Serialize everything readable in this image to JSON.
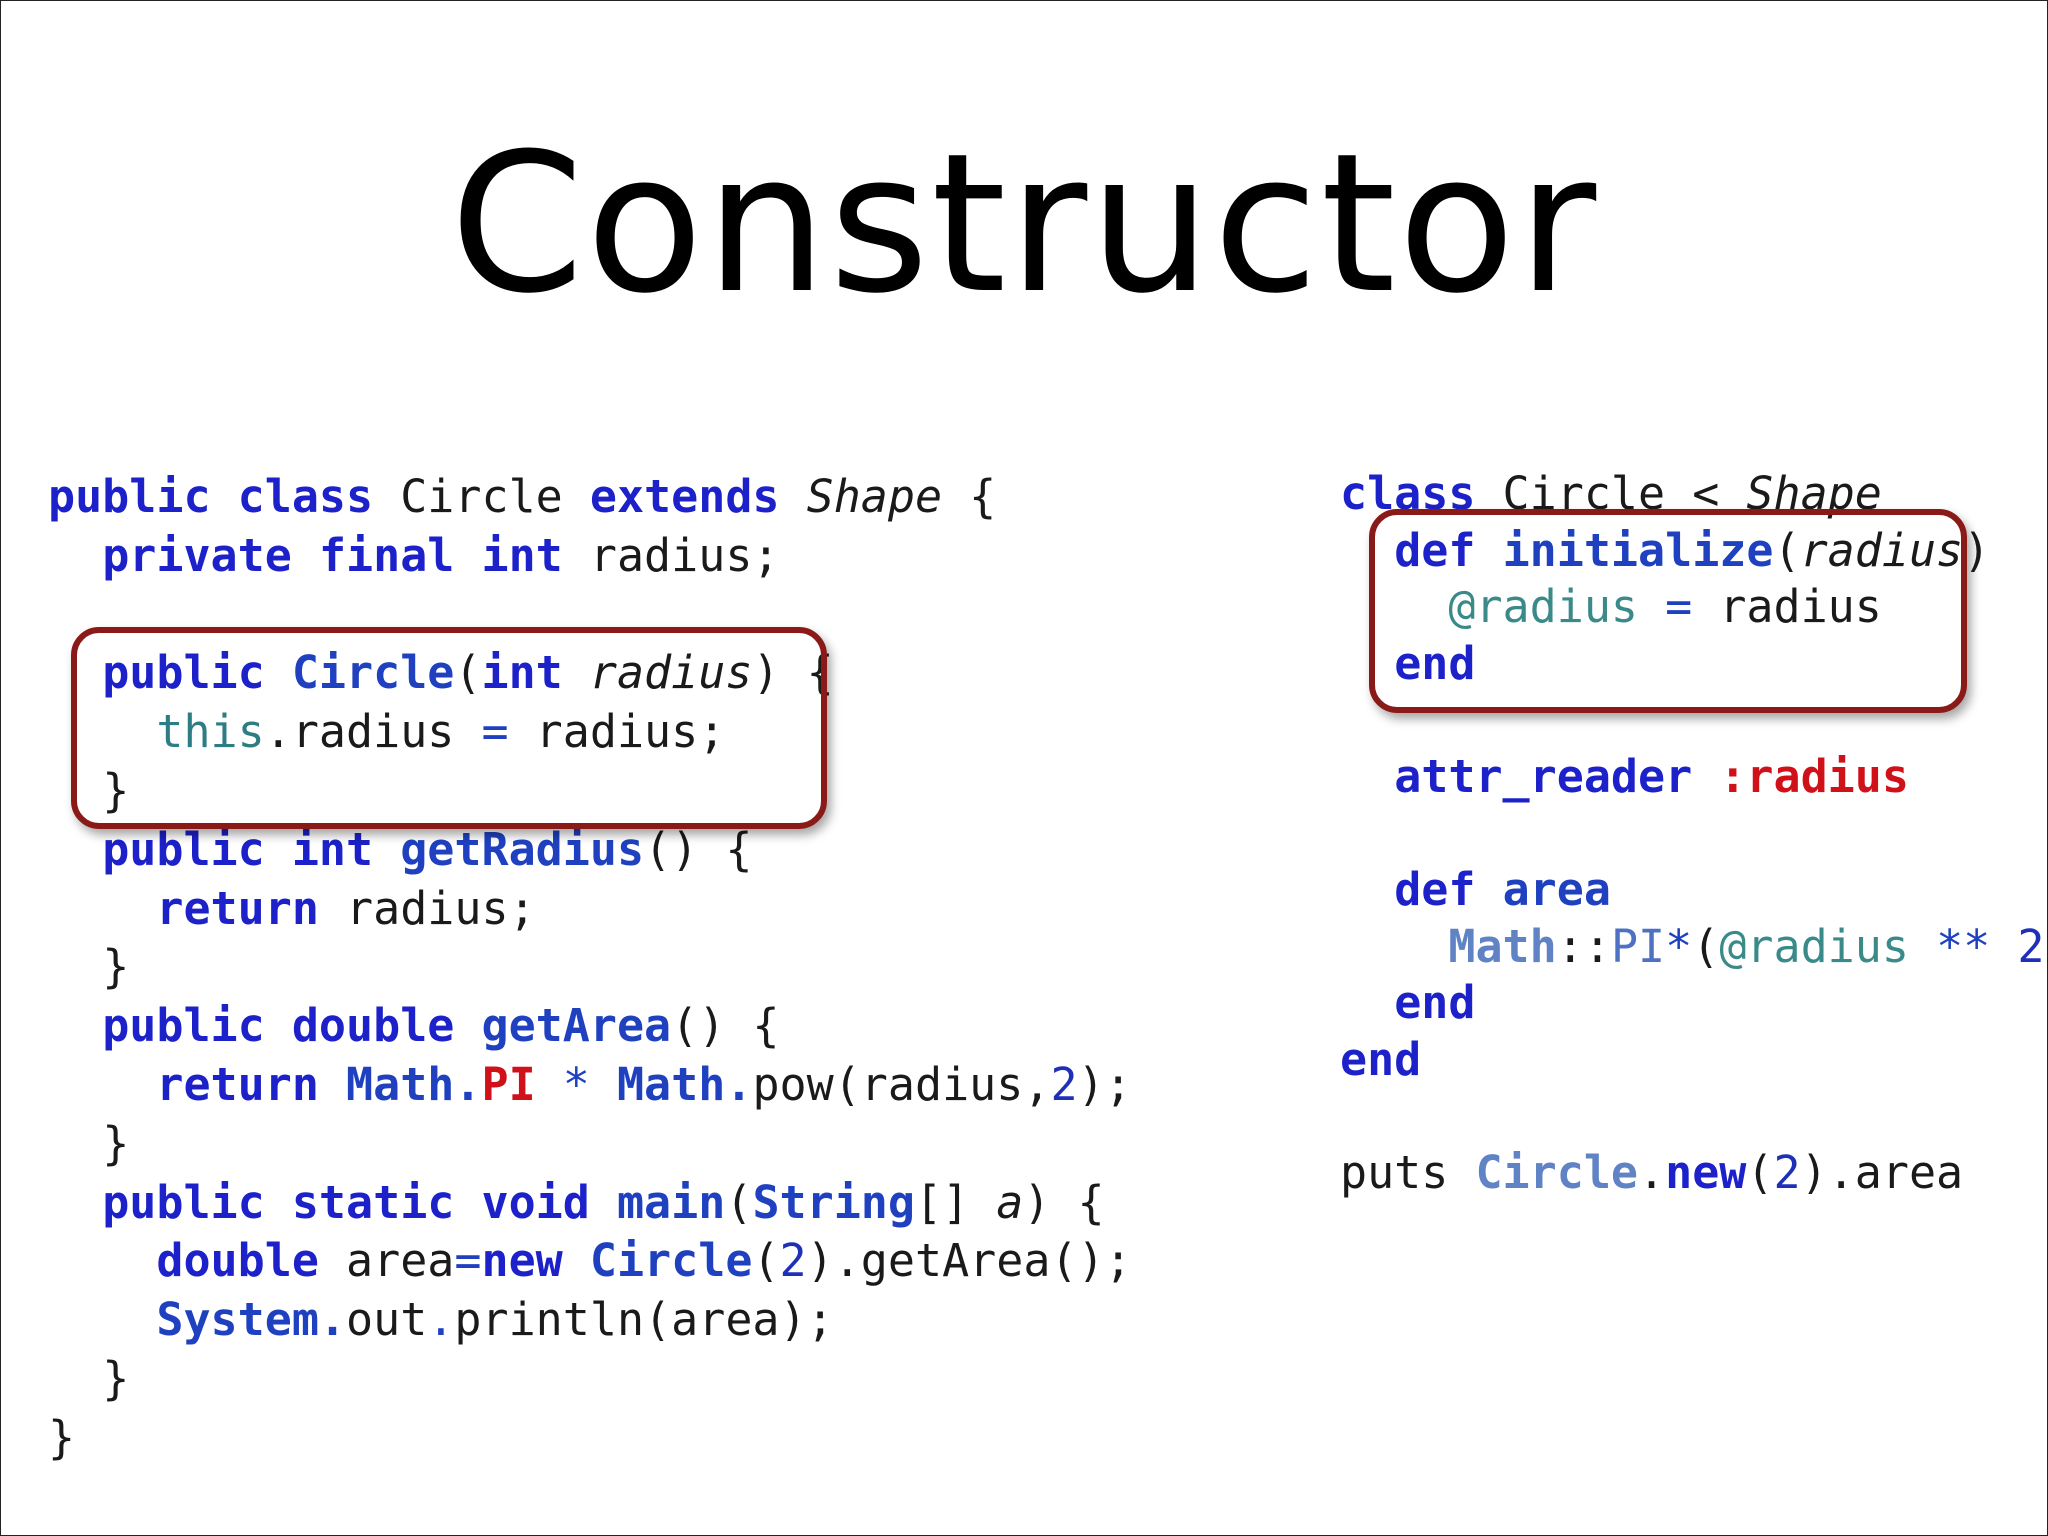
{
  "slide": {
    "title": "Constructor"
  },
  "java": {
    "l1": {
      "a": "public",
      "b": "class",
      "c": " Circle ",
      "d": "extends",
      "e": "Shape",
      "f": " {"
    },
    "l2": {
      "a": "private",
      "b": "final",
      "c": "int",
      "d": " radius;"
    },
    "l4": {
      "a": "public",
      "b": "Circle",
      "c": "(",
      "d": "int",
      "e": "radius",
      "f": ") {"
    },
    "l5": {
      "a": "this",
      "b": ".radius ",
      "c": "=",
      "d": " radius;"
    },
    "l6": {
      "a": "}"
    },
    "l7": {
      "a": "public",
      "b": "int",
      "c": "getRadius",
      "d": "() {"
    },
    "l8": {
      "a": "return",
      "b": " radius;"
    },
    "l9": {
      "a": "}"
    },
    "l10": {
      "a": "public",
      "b": "double",
      "c": "getArea",
      "d": "() {"
    },
    "l11": {
      "a": "return",
      "b": "Math",
      "c": ".",
      "d": "PI",
      "e": "*",
      "f": "Math",
      "g": ".",
      "h": "pow(radius,",
      "i": "2",
      "j": ");"
    },
    "l12": {
      "a": "}"
    },
    "l13": {
      "a": "public",
      "b": "static",
      "c": "void",
      "d": "main",
      "e": "(",
      "f": "String",
      "g": "[] ",
      "h": "a",
      "i": ") {"
    },
    "l14": {
      "a": "double",
      "b": " area",
      "c": "=",
      "d": "new",
      "e": "Circle",
      "f": "(",
      "g": "2",
      "h": ").getArea();"
    },
    "l15": {
      "a": "System",
      "b": ".",
      "c": "out",
      "d": ".",
      "e": "println(area);"
    },
    "l16": {
      "a": "}"
    },
    "l17": {
      "a": "}"
    }
  },
  "ruby": {
    "l1": {
      "a": "class",
      "b": " Circle < ",
      "c": "Shape"
    },
    "l2": {
      "a": "def",
      "b": "initialize",
      "c": "(",
      "d": "radius",
      "e": ")"
    },
    "l3": {
      "a": "@radius",
      "b": " = ",
      "c": "radius"
    },
    "l4": {
      "a": "end"
    },
    "l6": {
      "a": "attr_reader",
      "b": ":radius"
    },
    "l8": {
      "a": "def",
      "b": "area"
    },
    "l9": {
      "a": "Math",
      "b": "::",
      "c": "PI",
      "d": "*",
      "e": "(",
      "f": "@radius",
      "g": "**",
      "h": "2",
      "i": ")"
    },
    "l10": {
      "a": "end"
    },
    "l11": {
      "a": "end"
    },
    "l13": {
      "a": "puts ",
      "b": "Circle",
      "c": ".",
      "d": "new",
      "e": "(",
      "f": "2",
      "g": ").area"
    }
  }
}
